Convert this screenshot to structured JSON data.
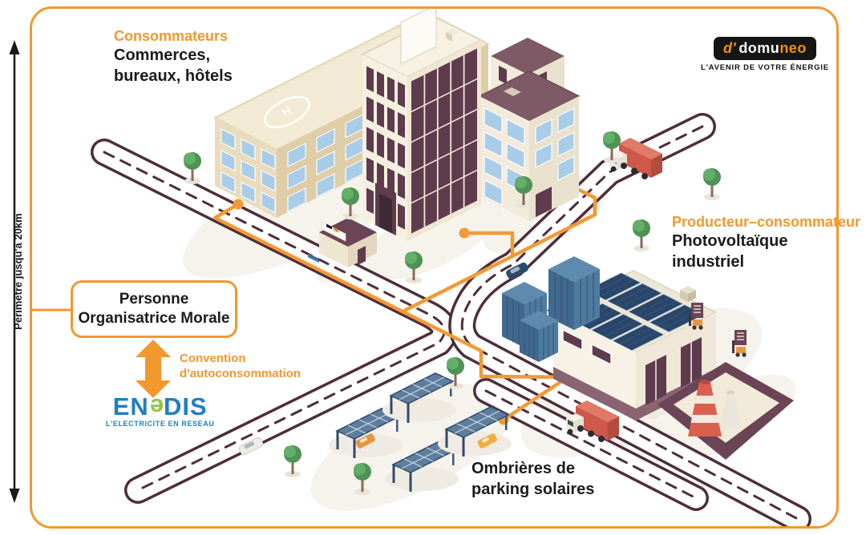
{
  "domuneo": {
    "icon_d": "d'",
    "word_main": "domu",
    "word_accent": "neo",
    "tagline": "L'AVENIR DE VOTRE ÉNERGIE"
  },
  "labels": {
    "consumers": {
      "title": "Consommateurs",
      "line1": "Commerces,",
      "line2": "bureaux, hôtels"
    },
    "producer": {
      "title": "Producteur–consommateur",
      "line1": "Photovoltaïque",
      "line2": "industriel"
    },
    "carports": {
      "line1": "Ombrières de",
      "line2": "parking solaires"
    },
    "perimeter": "Périmètre jusqu'à 20km"
  },
  "pom_box": {
    "line1": "Personne",
    "line2": "Organisatrice Morale"
  },
  "convention": {
    "line1": "Convention",
    "line2": "d'autoconsommation"
  },
  "enedis": {
    "seg1": "EN",
    "seg2": "e",
    "seg3": "DIS",
    "tagline": "L'ELECTRICITE EN RESEAU"
  },
  "illustration": {
    "helipad_letter": "H"
  },
  "colors": {
    "accent": "#F2982D",
    "road": "#4E2D3A",
    "text": "#1B1B1B",
    "enedis_blue": "#1F7FBF",
    "enedis_green": "#8FC641",
    "window_blue": "#A9CCE8",
    "wall_cream": "#F6F0E1",
    "maroon": "#5E3B4D",
    "panel_navy": "#2A466A",
    "truck_red": "#CE584A",
    "tree_green": "#4E9355"
  }
}
